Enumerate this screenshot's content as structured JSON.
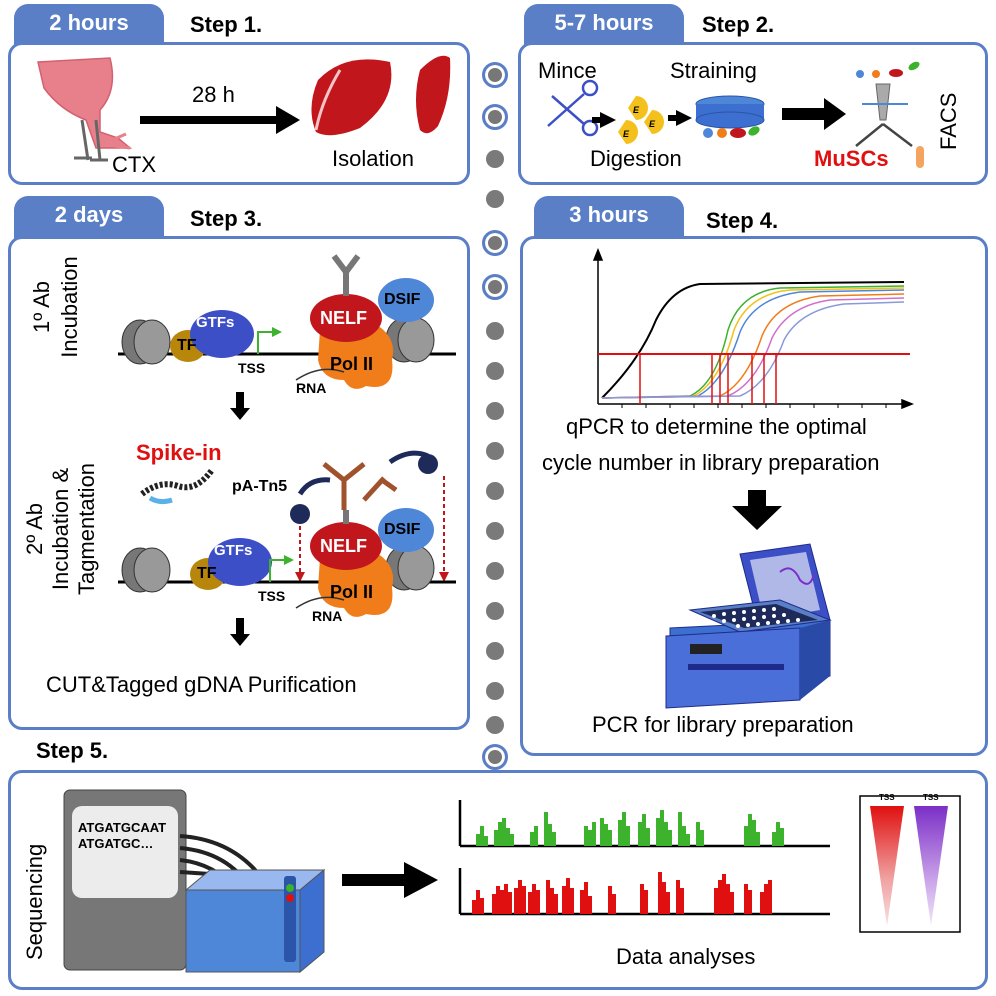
{
  "step1": {
    "tab": "2 hours",
    "title": "Step 1.",
    "cond": "28 h",
    "treat": "CTX",
    "result": "Isolation"
  },
  "step2": {
    "tab": "5-7 hours",
    "title": "Step 2.",
    "mince": "Mince",
    "straining": "Straining",
    "digestion": "Digestion",
    "musc": "MuSCs",
    "facs": "FACS",
    "enzyme": "E"
  },
  "step3": {
    "tab": "2 days",
    "title": "Step 3.",
    "side1a": "1º Ab",
    "side1b": "Incubation",
    "side2a": "2º Ab",
    "side2b": "Incubation &",
    "side2c": "Tagmentation",
    "tf": "TF",
    "gtfs": "GTFs",
    "nelf": "NELF",
    "dsif": "DSIF",
    "pol": "Pol II",
    "tss": "TSS",
    "rna": "RNA",
    "spike": "Spike-in",
    "patn5": "pA-Tn5",
    "purif": "CUT&Tagged gDNA Purification"
  },
  "step4": {
    "tab": "3 hours",
    "title": "Step 4.",
    "qpcr1": "qPCR to determine the optimal",
    "qpcr2": "cycle number in library preparation",
    "pcr": "PCR for library preparation"
  },
  "step5": {
    "title": "Step 5.",
    "seq": "Sequencing",
    "screen1": "ATGATGCAAT",
    "screen2": "ATGATGC…",
    "analysis": "Data analyses",
    "tss": "TSS"
  },
  "colors": {
    "accent": "#5a7fc7",
    "nelf": "#c0161c",
    "polII": "#f07d1a",
    "gtfs": "#3d4fc7",
    "dsif": "#4e86d8",
    "tf": "#b8860b",
    "green": "#3cb22d",
    "red": "#e01010",
    "purple": "#7b2fc7"
  }
}
